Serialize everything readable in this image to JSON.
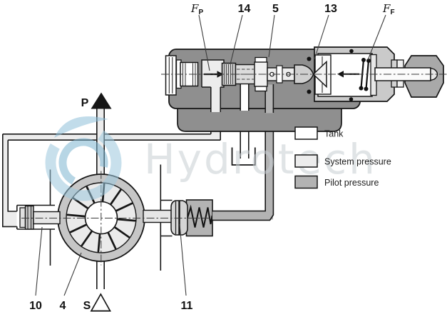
{
  "watermark": {
    "text": "Hydrotech"
  },
  "legend": {
    "items": [
      {
        "id": "tank",
        "label": "Tank",
        "color": "#ffffff"
      },
      {
        "id": "system",
        "label": "System pressure",
        "color": "#ececec"
      },
      {
        "id": "pilot",
        "label": "Pilot pressure",
        "color": "#b3b3b3"
      }
    ]
  },
  "ports": {
    "pressure_label": "P",
    "suction_label": "S"
  },
  "callouts": {
    "fp": {
      "base": "F",
      "sub": "P"
    },
    "ff": {
      "base": "F",
      "sub": "F"
    },
    "item14": "14",
    "item5": "5",
    "item13": "13",
    "item10": "10",
    "item4": "4",
    "item11": "11"
  },
  "colors": {
    "valve_body": "#8f8f8f",
    "pilot_gray": "#b3b3b3",
    "system_gray": "#ececec",
    "pump_ring": "#c6c6c6",
    "rotor": "#eaeaea",
    "housing": "#cacaca",
    "hex_nut": "#a9a9a9",
    "watermark_blue": "#9cc8de",
    "line": "#161616"
  }
}
